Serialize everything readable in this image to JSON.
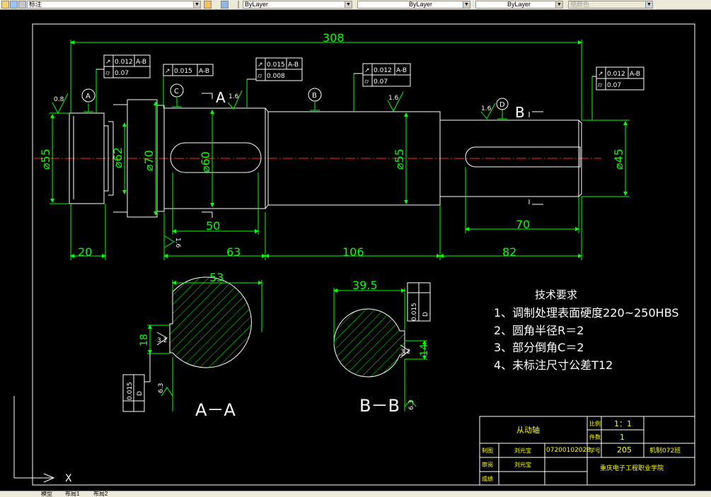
{
  "toolbar": {
    "layer_value": "标注",
    "color_value": "ByLayer",
    "linetype_value": "ByLayer",
    "lineweight_value": "ByLayer",
    "plotstyle_value": "随颜色"
  },
  "drawing": {
    "dims": {
      "total_length": "308",
      "d55_left": "⌀55",
      "d62": "⌀62",
      "d70": "⌀70",
      "d60": "⌀60",
      "d55_mid": "⌀55",
      "d45": "⌀45",
      "len_20": "20",
      "len_63": "63",
      "len_106": "106",
      "len_82": "82",
      "key_50": "50",
      "key_70": "70",
      "sec_a_width": "53",
      "sec_a_depth": "18",
      "sec_b_width": "39.5",
      "sec_b_depth": "14"
    },
    "gdt": {
      "fc1_tol1": "0.012",
      "fc1_ref": "A-B",
      "fc1_tol2": "0.07",
      "fc2_tol1": "0.015",
      "fc2_ref": "A-B",
      "fc3_tol1": "0.015",
      "fc3_ref": "A-B",
      "fc3_tol2": "0.008",
      "fc4_tol1": "0.012",
      "fc4_ref": "A-B",
      "fc4_tol2": "0.07",
      "fc5_tol1": "0.012",
      "fc5_ref": "A-B",
      "fc5_tol2": "0.07",
      "fc_a_tol": "0.015",
      "fc_a_ref": "D",
      "fc_b_tol": "0.015",
      "fc_b_ref": "D"
    },
    "datums": {
      "a": "A",
      "b": "B",
      "c": "C",
      "d": "D"
    },
    "roughness": {
      "r08": "0.8",
      "r16a": "1.6",
      "r16b": "1.6",
      "r16c": "1.6",
      "r16d": "1.6",
      "r32a": "3.2",
      "r32b": "3.2",
      "r63a": "6.3",
      "r63b": "6.3"
    },
    "section_labels": {
      "cut_a": "A",
      "cut_b": "B",
      "view_a": "A－A",
      "view_b": "B－B"
    },
    "tech": {
      "title": "技术要求",
      "line1": "1、调制处理表面硬度220~250HBS",
      "line2": "2、圆角半径R＝2",
      "line3": "3、部分倒角C＝2",
      "line4": "4、未标注尺寸公差T12"
    },
    "title_block": {
      "part_name": "从动轴",
      "scale_label": "比例",
      "scale_value": "1：1",
      "qty_label": "件数",
      "qty_value": "1",
      "drawn_label": "制图",
      "drawn_name": "刘元宝",
      "student_no": "07200102028",
      "seq_label": "学号",
      "seq_value": "205",
      "class_value": "机制072班",
      "check_label": "审阅",
      "check_name": "刘元宝",
      "grade_label": "成绩",
      "school": "重庆电子工程职业学院"
    },
    "axis_label": "X"
  },
  "status": {
    "tab_model": "模型",
    "tab_layout1": "布局1",
    "tab_layout2": "布局2"
  }
}
